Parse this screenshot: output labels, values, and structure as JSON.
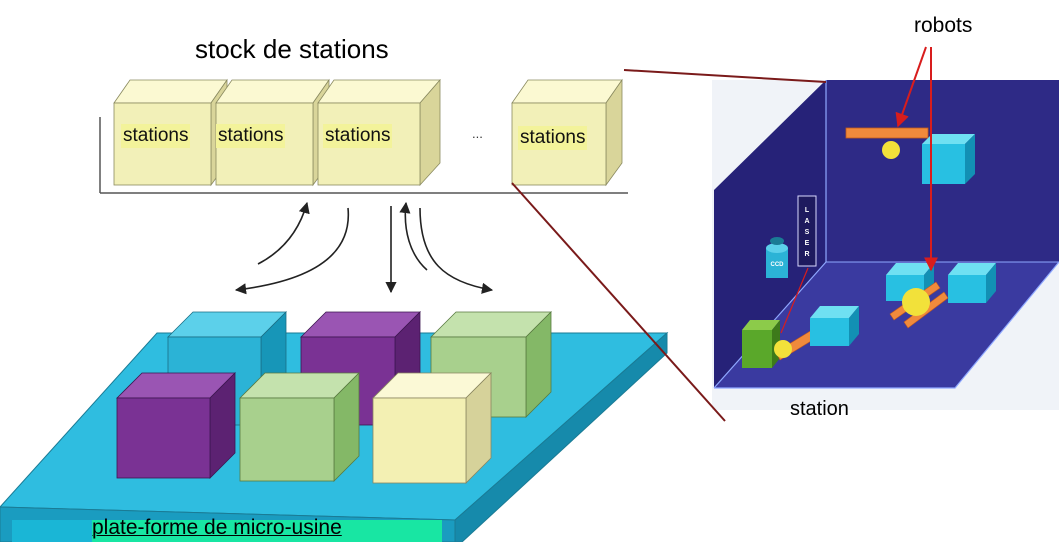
{
  "stock_title": "stock de stations",
  "stock_boxes": [
    "stations",
    "stations",
    "stations",
    "stations"
  ],
  "ellipsis": "...",
  "platform_label": "plate-forme de micro-usine",
  "station_label": "station",
  "robots_label": "robots",
  "ccd_label": "CCD",
  "laser_label": "LASER",
  "colors": {
    "station_box": "#f2f0b8",
    "platform": "#2fbde0",
    "purple": "#7a3294",
    "green": "#a8d08d",
    "yellow": "#f3f0b3",
    "station_room": "#2e2a86",
    "robot_arm": "#f08a3c",
    "connector": "#7a1a1a"
  }
}
